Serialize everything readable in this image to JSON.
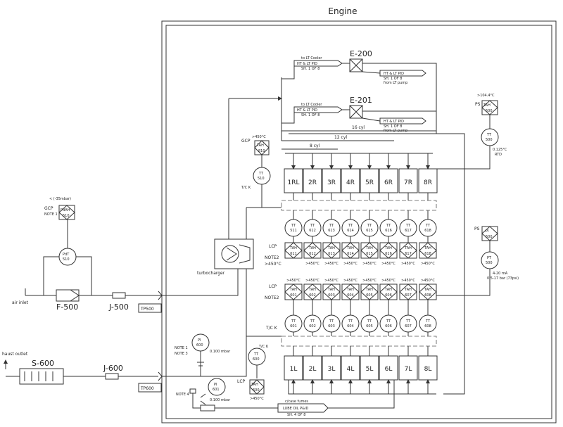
{
  "title": "Engine",
  "cylinders_right": [
    "1RL",
    "2R",
    "3R",
    "4R",
    "5R",
    "6R",
    "7R",
    "8R"
  ],
  "cylinders_left": [
    "1L",
    "2L",
    "3L",
    "4L",
    "5L",
    "6L",
    "7L",
    "8L"
  ],
  "tt_upper": [
    "511",
    "612",
    "613",
    "614",
    "615",
    "616",
    "617",
    "618"
  ],
  "tt_lower": [
    "601",
    "602",
    "603",
    "604",
    "605",
    "606",
    "607",
    "608"
  ],
  "tah_upper": [
    "611",
    "612",
    "613",
    "614",
    "615",
    "616",
    "617",
    "618"
  ],
  "tah_lower": [
    "601",
    "602",
    "603",
    "604",
    "605",
    "606",
    "607",
    "608"
  ],
  "labels": {
    "tt": "TT",
    "tah": "TAH",
    "pi": "PI",
    "pdt": "PdT",
    "pdah": "PdAH",
    "pt": "PT",
    "ps": "PS",
    "gcp": "GCP",
    "lcp": "LCP",
    "note1": "NOTE 1",
    "note2": "NOTE2",
    "note3": "NOTE 3",
    "note4": "NOTE 4",
    "tc_k": "T/C K",
    "temp_450": ">450°C",
    "e200": "E-200",
    "e201": "E-201",
    "to_lt_cooler": "to LT Cooler",
    "ht_lt_pid": "HT & LT PID",
    "sh1": "SH. 1 OF 8",
    "from_lt_pump": "from LT pump",
    "cyl16": "16 cyl",
    "cyl12": "12 cyl",
    "cyl8": "8 cyl",
    "turbocharger": "turbocharger",
    "air_inlet": "air inlet",
    "f500": "F-500",
    "j500": "J-500",
    "tp500": "TP500",
    "exhaust_outlet": "haust outlet",
    "s600": "S-600",
    "j600": "J-600",
    "tp600": "TP600",
    "tt510": "510",
    "tah810": "810",
    "pdt510": "510",
    "pdah510": "510",
    "pdah_range": "< (-35mbar)",
    "tt500": "500",
    "tah500": "500",
    "tt500_note": "0.125°C",
    "rtd": "RTD",
    "ps_temp": ">104.4°C",
    "pt500": "500",
    "ps500": "500",
    "pt_signal": "4-20 mA",
    "pt_range": "0.5-17 bar (73psi)",
    "pi600": "600",
    "pi601": "601",
    "pi_range": "0.100 mbar",
    "tt600": "600",
    "tah600": "600",
    "crankcase": "c/case fumes",
    "lube_oil": "LUBE OIL P&ID",
    "sh4": "SH. 4 OF 8"
  }
}
